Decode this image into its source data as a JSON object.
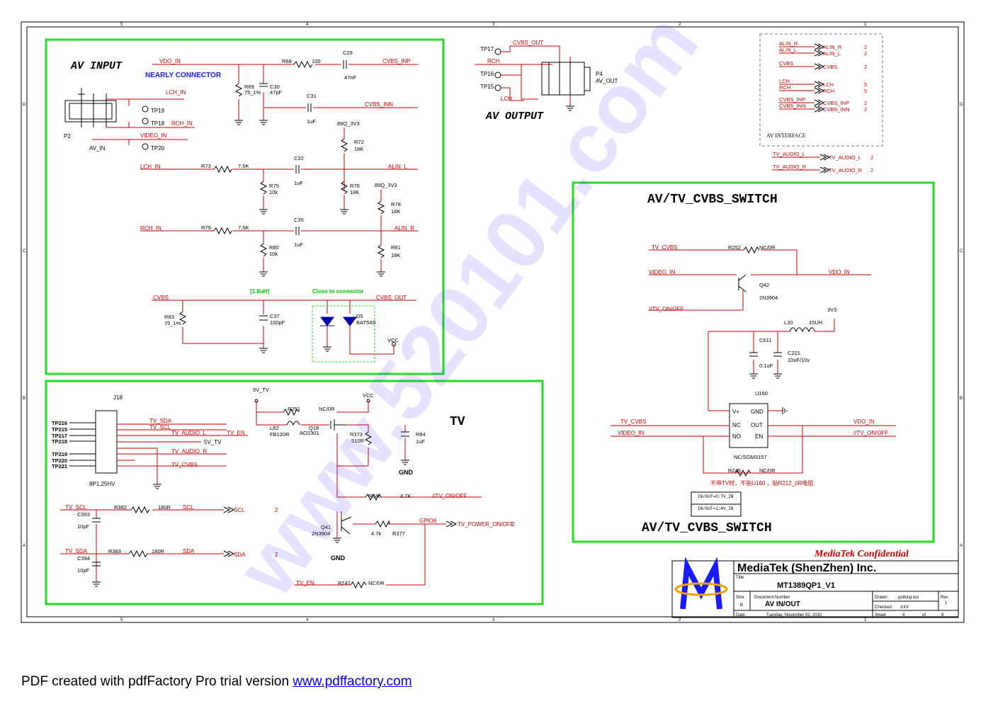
{
  "frame": {
    "cols": [
      "5",
      "4",
      "3",
      "2",
      "1"
    ],
    "rows": [
      "D",
      "C",
      "B",
      "A"
    ]
  },
  "av_input": {
    "title": "AV  INPUT",
    "connector_label": "NEARLY CONNECTOR",
    "nets": {
      "vdo_in": "VDO_IN",
      "cvbs_inp": "CVBS_INP",
      "cvbs_inn": "CVBS_INN",
      "lch_in": "LCH_IN",
      "rch_in": "RCH_IN",
      "video_in": "VIDEO_IN",
      "alin_l": "ALIN_L",
      "alin_r": "ALIN_R",
      "cvbs": "CVBS",
      "cvbs_out": "CVBS_OUT",
      "pwr": "89Q_3V3",
      "vcc": "VCC"
    },
    "parts": {
      "r68": "R68",
      "r68v": "100",
      "c29": "C29",
      "c29v": "47nF",
      "r69": "R69",
      "r69v": "75_1%",
      "c30": "C30",
      "c30v": "47pF",
      "c31": "C31",
      "c31v": "1uF",
      "r72": "R72",
      "r72v": "18K",
      "r73": "R73",
      "r73v": "7.5K",
      "c32": "C32",
      "c32v": "1uF",
      "r75": "R75",
      "r75v": "10k",
      "r76": "R76",
      "r76v": "18K",
      "r78": "R78",
      "r78v": "18K",
      "r79": "R79",
      "r79v": "7.5K",
      "c35": "C35",
      "c35v": "1uF",
      "r80": "R80",
      "r80v": "10k",
      "r81": "R81",
      "r81v": "18K",
      "r83": "R83",
      "r83v": "75_1%",
      "c37": "C37",
      "c37v": "100pF",
      "d5": "D5",
      "d5v": "BAT54S",
      "p2": "P2",
      "p2v": "AV_IN",
      "tp19": "TP19",
      "tp18": "TP18",
      "tp20": "TP20",
      "ind": "[1.8uH]",
      "close": "Close to connector"
    }
  },
  "av_output": {
    "title": "AV  OUTPUT",
    "tp17": "TP17",
    "tp16": "TP16",
    "tp15": "TP15",
    "cvbs_out": "CVBS_OUT",
    "rch": "RCH",
    "lch": "LCH",
    "p4": "P4",
    "p4v": "AV_OUT"
  },
  "av_interface": {
    "label": "AV INTERFACE",
    "ports": [
      {
        "net": "ALIN_R",
        "port": "ALIN_R",
        "page": "2"
      },
      {
        "net": "ALIN_L",
        "port": "ALIN_L",
        "page": "2"
      },
      {
        "net": "CVBS",
        "port": "CVBS",
        "page": "2"
      },
      {
        "net": "LCH",
        "port": "LCH",
        "page": "5"
      },
      {
        "net": "RCH",
        "port": "RCH",
        "page": "5"
      },
      {
        "net": "CVBS_INP",
        "port": "CVBS_INP",
        "page": "2"
      },
      {
        "net": "CVBS_INN",
        "port": "CVBS_INN",
        "page": "2"
      }
    ],
    "tv_audio": [
      {
        "net": "TV_AUDIO_L",
        "port": "TV_AUDIO_L",
        "page": "2"
      },
      {
        "net": "TV_AUDIO_R",
        "port": "TV_AUDIO_R",
        "page": "2"
      }
    ]
  },
  "switch": {
    "title_top": "AV/TV_CVBS_SWITCH",
    "title_bottom": "AV/TV_CVBS_SWITCH",
    "nets": {
      "tv_cvbs": "TV_CVBS",
      "video_in": "VIDEO_IN",
      "vdo_in": "VDO_IN",
      "tv_onoff": "//TV_ON/OFF",
      "v33": "3V3"
    },
    "parts": {
      "r252": "R252",
      "r252v": "NC/0R",
      "q42": "Q42",
      "q42v": "2N3904",
      "l30": "L30",
      "l30v": "10UH",
      "c611": "C611",
      "c611v": "0.1uF",
      "c221": "C221",
      "c221v": "10uF/10v",
      "u160": "U160",
      "u160v": "NC/SGM3157",
      "r245": "R245",
      "r245v": "NC/0R"
    },
    "pins": {
      "vplus": "V+",
      "gnd": "GND",
      "nc": "NC",
      "out": "OUT",
      "no": "NO",
      "en": "EN"
    },
    "note": "不带TV时，不贴U160   ，贴R212_0R电阻",
    "table": [
      "IN/OUT=0:TV_IN",
      "IN/OUT=1:AV_IN"
    ]
  },
  "tv": {
    "title": "TV",
    "j18": "J18",
    "j18v": "8P1.25HV",
    "tps": [
      "TP216",
      "TP215",
      "TP217",
      "TP218",
      "TP219",
      "TP220",
      "TP221"
    ],
    "nets": {
      "tv_sda": "TV_SDA",
      "tv_scl": "TV_SCL",
      "tv_audio_l": "TV_AUDIO_L",
      "tv_en": "TV_EN",
      "v5_tv": "5V_TV",
      "tv_audio_r": "TV_AUDIO_R",
      "tv_cvbs": "TV_CVBS",
      "vcc": "VCC",
      "gnd": "GND",
      "scl": "SCL",
      "sda": "SDA",
      "tv_onoff": "//TV_ON/OFF",
      "gpio6": "GPIO6",
      "tv_power": "TV_POWER_ON/OFF"
    },
    "parts": {
      "r251": "R251",
      "r251v": "NC/0R",
      "l82": "L82",
      "l82v": "FB120R",
      "q18": "Q18",
      "q18v": "AO2301",
      "r373": "R373",
      "r373v": "510R",
      "r84": "R84",
      "r84v": "1uF",
      "r246": "R246",
      "r246v": "4.7K",
      "q41": "Q41",
      "q41v": "2N3904",
      "r377": "R377",
      "r377v": "4.7k",
      "r382": "R382",
      "r382v": "180R",
      "c393": "C393",
      "c393v": "10pF",
      "r383": "R383",
      "r383v": "180R",
      "c394": "C394",
      "c394v": "10pF",
      "r247": "R247",
      "r247v": "NC/0R"
    },
    "pages": {
      "scl": "2",
      "sda": "2",
      "pwr": "2"
    }
  },
  "title_block": {
    "confidential": "MediaTek Confidential",
    "company": "MediaTek (ShenZhen) Inc.",
    "title_lbl": "Title",
    "title": "MT1389QP1_V1",
    "size_lbl": "Size",
    "size": "B",
    "docnum_lbl": "Document Number",
    "docnum": "AV IN/OUT",
    "drawn_lbl": "Drawn:",
    "drawn": "guibing.luo",
    "checked_lbl": "Checked:",
    "checked": "XXX",
    "rev_lbl": "Rev",
    "rev": "1",
    "date_lbl": "Date:",
    "date": "Tuesday, November 02, 2010",
    "sheet_lbl": "Sheet",
    "sheet": "4",
    "of_lbl": "of",
    "of": "9"
  },
  "watermark": "www.520101.com",
  "footer": {
    "text": "PDF created with pdfFactory Pro trial version ",
    "link": "www.pdffactory.com"
  },
  "colors": {
    "wire": "#cc0000",
    "box": "#22dd22",
    "title": "#1a1aff"
  }
}
